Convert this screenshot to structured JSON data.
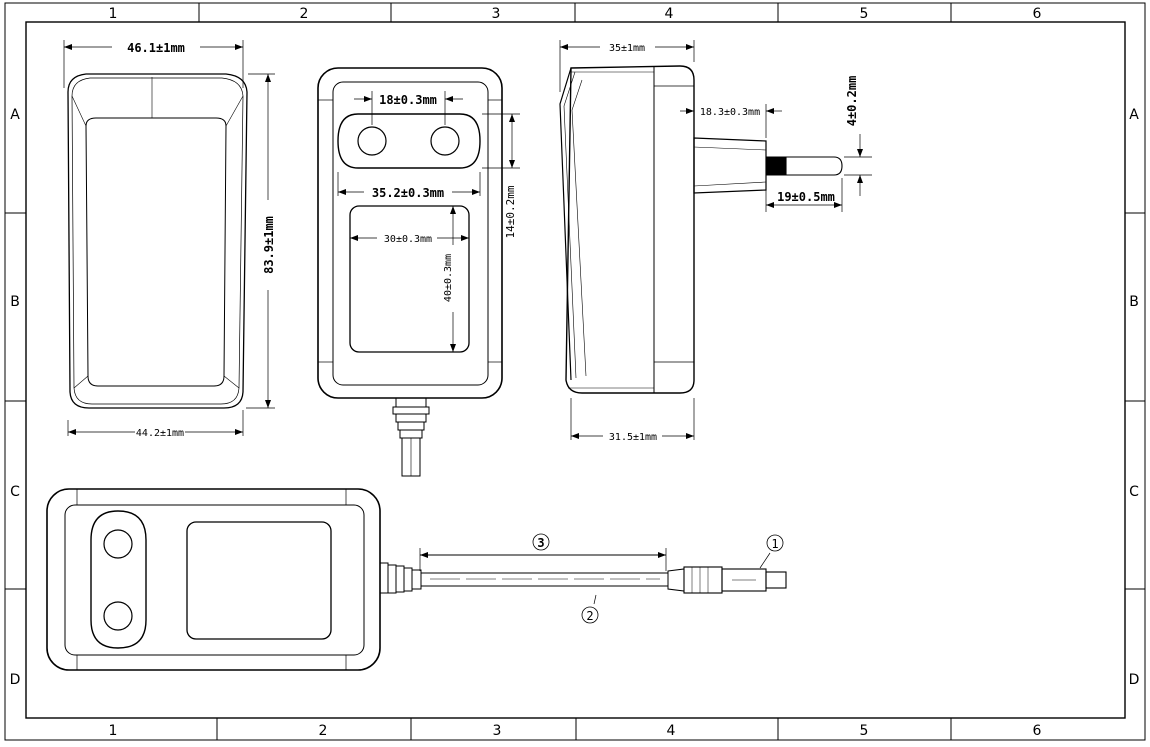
{
  "frame": {
    "columns": [
      "1",
      "2",
      "3",
      "4",
      "5",
      "6"
    ],
    "rows": [
      "A",
      "B",
      "C",
      "D"
    ]
  },
  "dimensions": {
    "top_width": "46.1±1mm",
    "bottom_width": "44.2±1mm",
    "height": "83.9±1mm",
    "pin_spacing": "18±0.3mm",
    "plug_width": "35.2±0.3mm",
    "plug_height": "14±0.2mm",
    "label_width": "30±0.3mm",
    "label_height": "40±0.3mm",
    "side_depth_top": "35±1mm",
    "side_depth_bottom": "31.5±1mm",
    "pin_offset": "18.3±0.3mm",
    "pin_diameter": "4±0.2mm",
    "pin_length": "19±0.5mm"
  },
  "callouts": {
    "connector": "1",
    "cable": "2",
    "cable_length": "3"
  }
}
